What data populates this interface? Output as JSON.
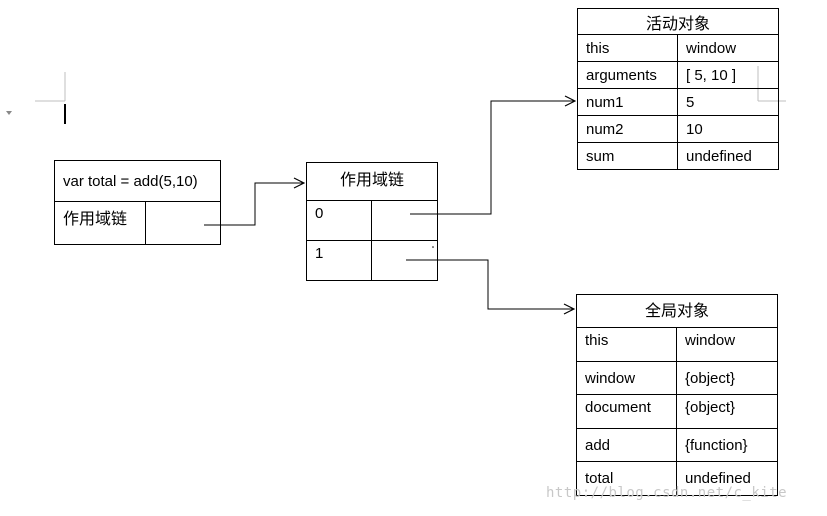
{
  "caller": {
    "statement": "var total = add(5,10)",
    "scope_label": "作用域链",
    "scope_value": ""
  },
  "scope_chain": {
    "title": "作用域链",
    "rows": [
      {
        "index": "0",
        "value": ""
      },
      {
        "index": "1",
        "value": ""
      }
    ]
  },
  "activation_object": {
    "title": "活动对象",
    "rows": [
      {
        "key": "this",
        "value": "window"
      },
      {
        "key": "arguments",
        "value": "[ 5, 10 ]"
      },
      {
        "key": "num1",
        "value": "5"
      },
      {
        "key": "num2",
        "value": "10"
      },
      {
        "key": "sum",
        "value": "undefined"
      }
    ]
  },
  "global_object": {
    "title": "全局对象",
    "rows": [
      {
        "key": "this",
        "value": "window"
      },
      {
        "key": "window",
        "value": "{object}"
      },
      {
        "key": "document",
        "value": "{object}"
      },
      {
        "key": "add",
        "value": "{function}"
      },
      {
        "key": "total",
        "value": "undefined"
      }
    ]
  },
  "watermark": "http://blog.csdn.net/c_kite"
}
